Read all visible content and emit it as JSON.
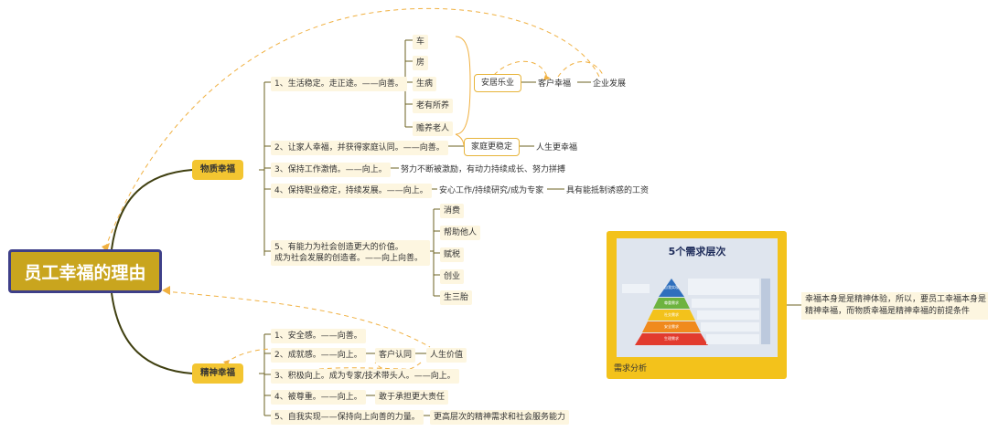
{
  "root": "员工幸福的理由",
  "material": {
    "label": "物质幸福",
    "b1": {
      "text": "1、生活稳定。走正途。——向善。",
      "leaves": [
        "车",
        "房",
        "生病",
        "老有所养",
        "赡养老人"
      ]
    },
    "anju": "安居乐业",
    "kehu_xingfu": "客户幸福",
    "qiye_fazhan": "企业发展",
    "b2": {
      "text": "2、让家人幸福，并获得家庭认同。——向善。",
      "box": "家庭更稳定",
      "result": "人生更幸福"
    },
    "b3": {
      "text": "3、保持工作激情。——向上。",
      "result": "努力不断被激励，有动力持续成长、努力拼搏"
    },
    "b4": {
      "text": "4、保持职业稳定，持续发展。——向上。",
      "mid": "安心工作/持续研究/成为专家",
      "result": "具有能抵制诱惑的工资"
    },
    "b5": {
      "line1": "5、有能力为社会创造更大的价值。",
      "line2": "成为社会发展的创造者。——向上向善。",
      "leaves": [
        "消费",
        "帮助他人",
        "赋税",
        "创业",
        "生三胎"
      ]
    }
  },
  "spiritual": {
    "label": "精神幸福",
    "b1": "1、安全感。——向善。",
    "b2": {
      "text": "2、成就感。——向上。",
      "box": "客户认同",
      "result": "人生价值"
    },
    "b3": "3、积极向上。成为专家/技术带头人。——向上。",
    "b4": {
      "text": "4、被尊重。——向上。",
      "result": "敢于承担更大责任"
    },
    "b5": {
      "text": "5、自我实现——保持向上向善的力量。",
      "result": "更高层次的精神需求和社会服务能力"
    }
  },
  "image": {
    "title": "5个需求层次",
    "caption": "需求分析",
    "levels": [
      "自我实现",
      "尊重需求",
      "社交需求",
      "安全需求",
      "生理需求"
    ]
  },
  "note": "幸福本身是是精神体验，所以，要员工幸福本身是精神幸福，而物质幸福是精神幸福的前提条件",
  "colors": {
    "accent": "#f3c531",
    "root_fill": "#c9a51e",
    "root_border": "#3e3f88",
    "line": "#7a6a1a",
    "dashed": "#f0b040"
  }
}
